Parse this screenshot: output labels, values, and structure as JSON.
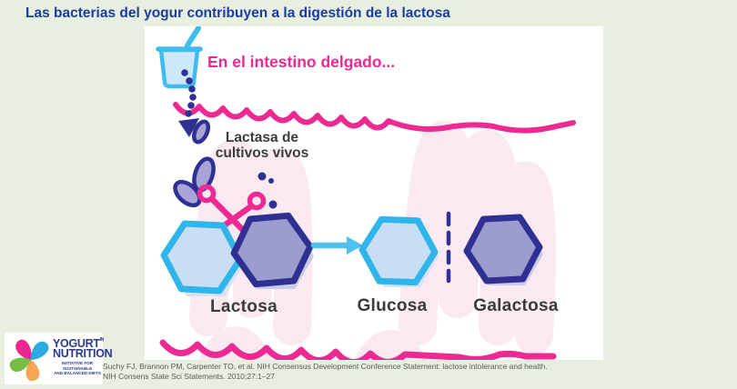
{
  "title": "Las bacterias del yogur contribuyen a la digestión de la lactosa",
  "illustration": {
    "caption": "En el intestino delgado...",
    "lactase_line1": "Lactasa de",
    "lactase_line2": "cultivos vivos",
    "labels": {
      "lactose": "Lactosa",
      "glucose": "Glucosa",
      "galactose": "Galactosa"
    }
  },
  "logo": {
    "word1": "YOGURT",
    "word1_suffix": "IN",
    "word2": "NUTRITION",
    "tagline_line1": "INITIATIVE FOR SUSTAINABLE",
    "tagline_line2": "AND BALANCED DIETS"
  },
  "citation": {
    "line1": "Suchy FJ, Brannon PM, Carpenter TO, et al. NIH Consensus Development Conference Statement: lactose intolerance and health.",
    "line2": "NIH Consens State Sci Statements. 2010;27:1–27"
  },
  "colors": {
    "background": "#E7F0E0",
    "panel": "#FFFFFF",
    "title_text": "#1D3AA0",
    "pink": "#EC2A92",
    "navy": "#2E3192",
    "light_blue": "#3EBCEE",
    "blue_hex_fill": "#C7DEF5",
    "purple_hex_fill": "#9C9DCF",
    "bacteria_fill": "#A8A4D6",
    "label_text": "#3B3B3E",
    "citation_text": "#58595B",
    "blob_pink": "#FAE9F1",
    "logo_navy": "#2B3990",
    "logo_pink": "#EC268F",
    "logo_blue": "#29ABE2",
    "logo_green": "#72BF44",
    "logo_orange": "#F7A454"
  }
}
